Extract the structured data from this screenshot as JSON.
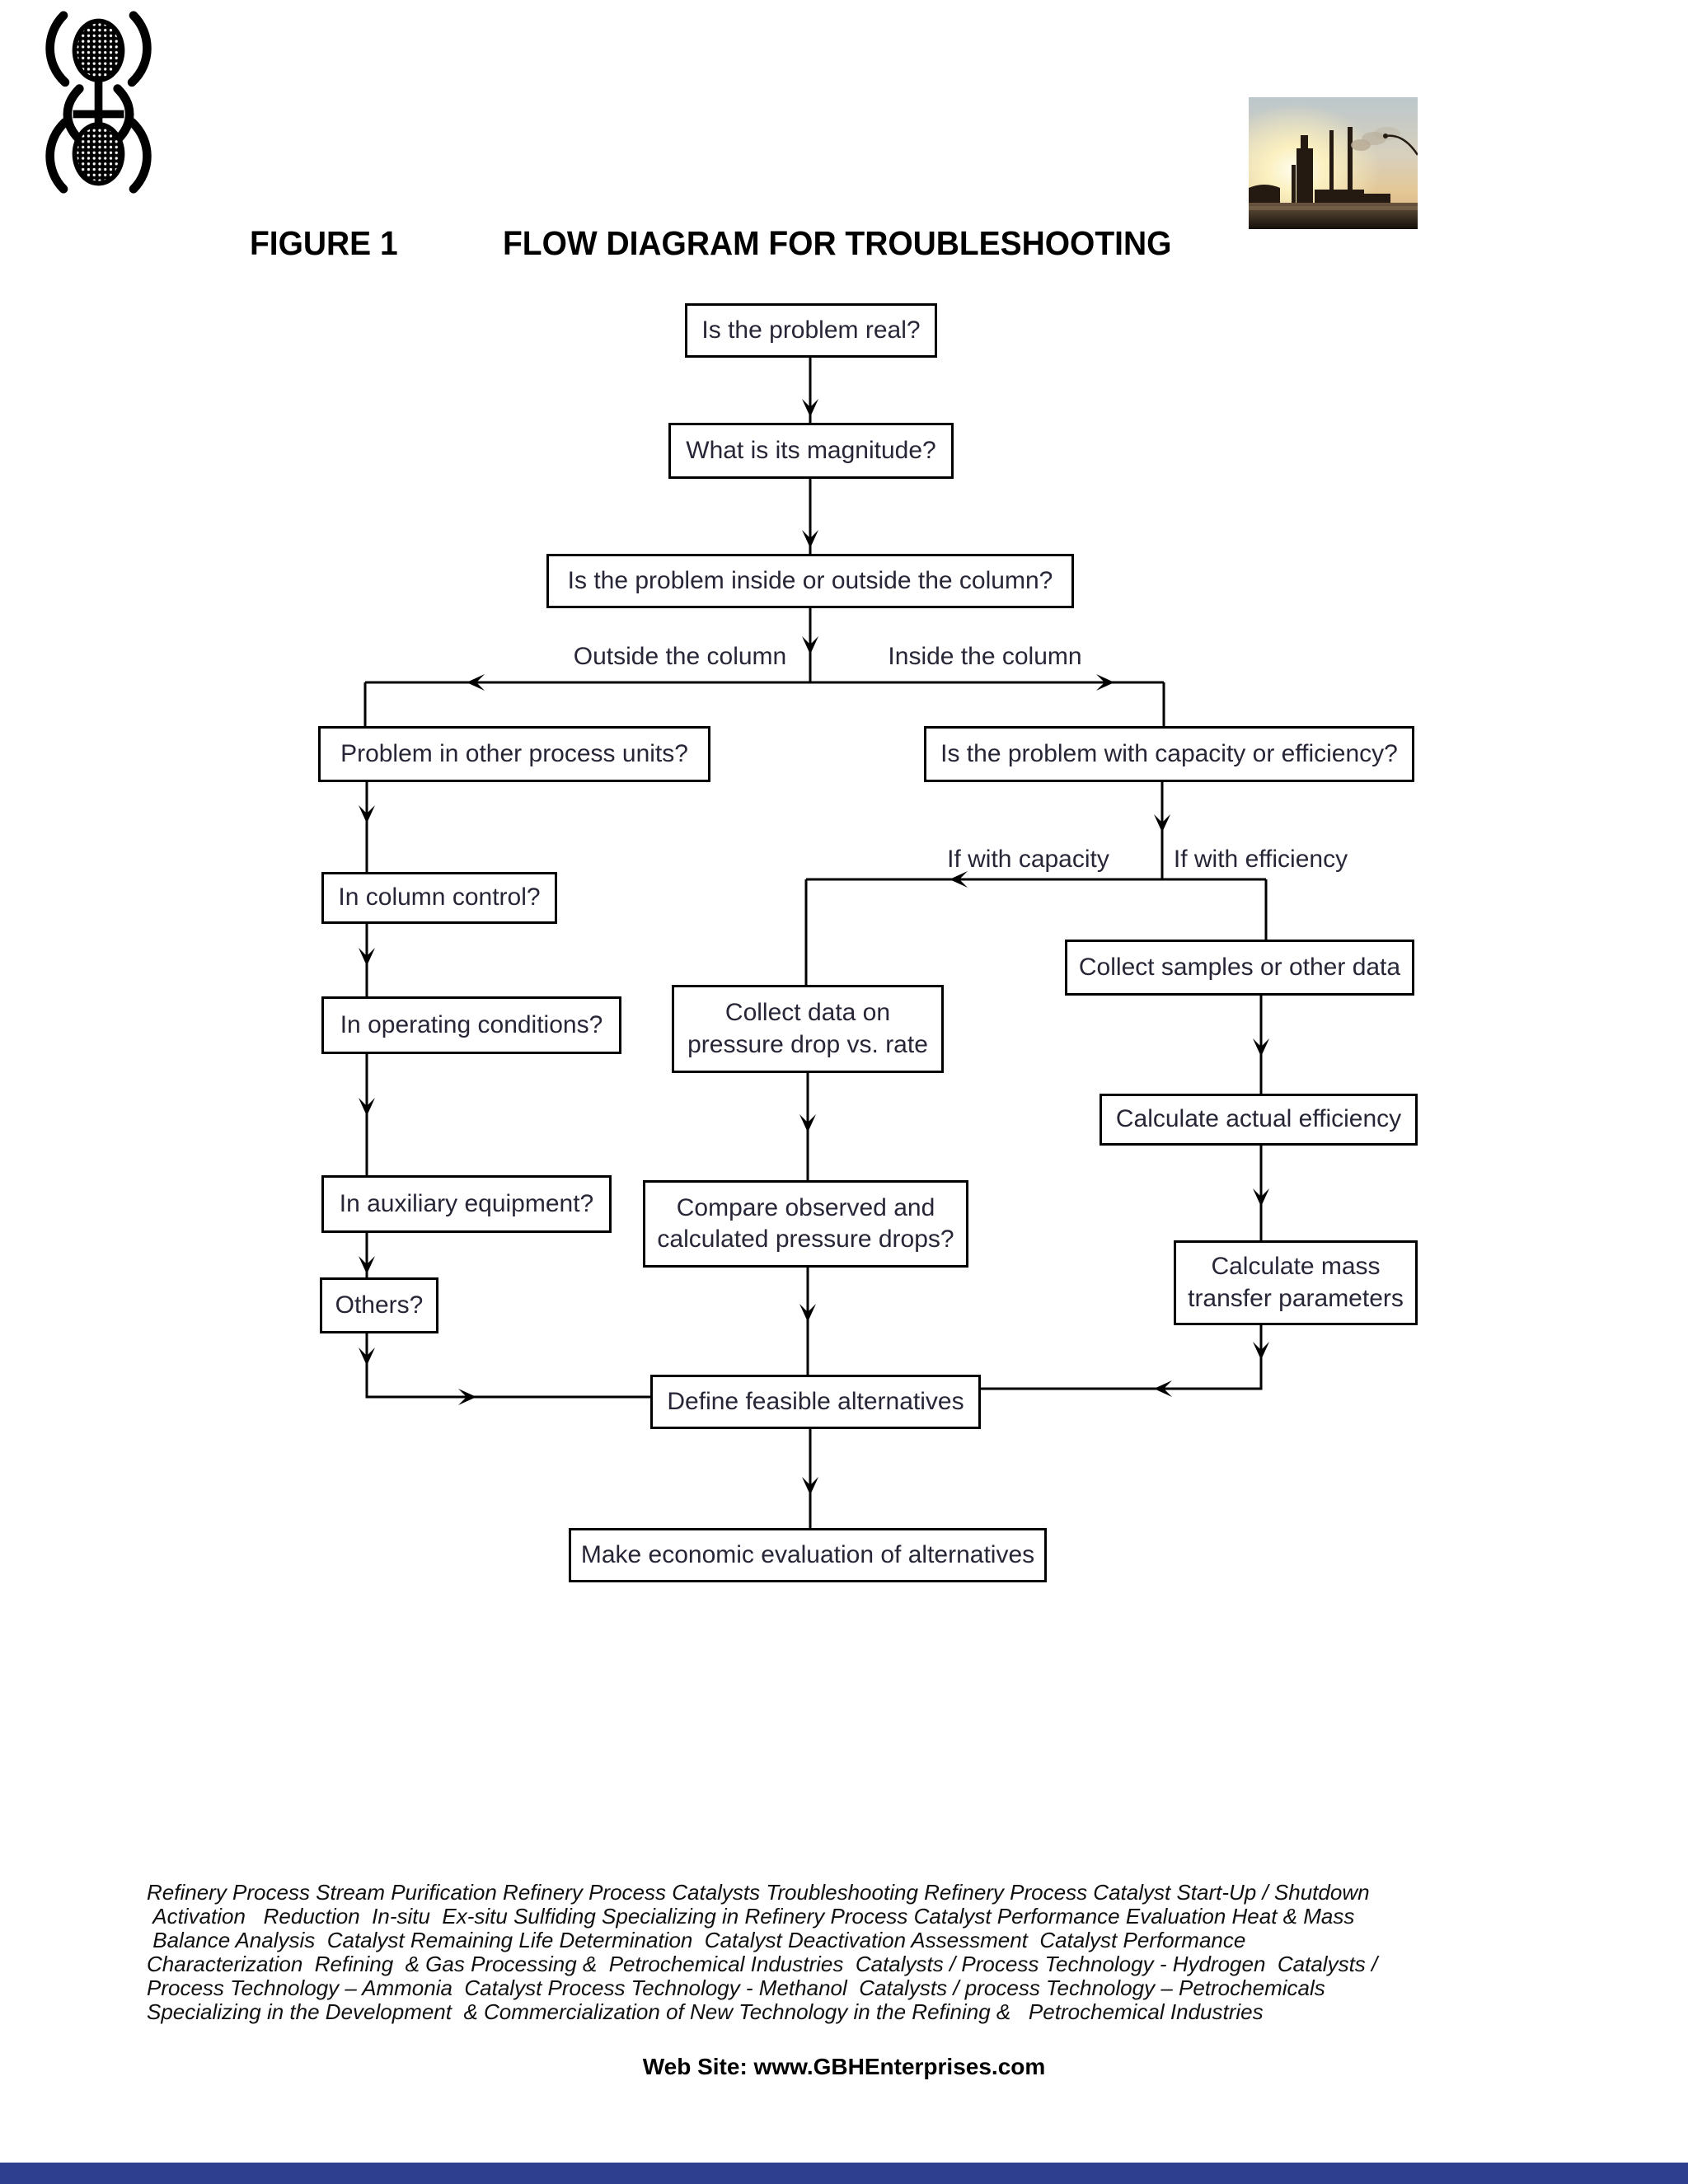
{
  "page": {
    "figure_label": "FIGURE 1",
    "title": "FLOW DIAGRAM FOR TROUBLESHOOTING"
  },
  "images": {
    "logo": "gbh-enterprises-logo",
    "photo": "refinery-sunset-photo"
  },
  "colors": {
    "bottom_bar": "#2f3f90",
    "box_border": "#000000",
    "box_text": "#262637"
  },
  "flowchart": {
    "nodes": {
      "problem_real": {
        "label": "Is the problem real?"
      },
      "magnitude": {
        "label": "What is its magnitude?"
      },
      "inside_outside": {
        "label": "Is the problem inside or outside the column?"
      },
      "other_units": {
        "label": "Problem in other process units?"
      },
      "capacity_efficiency": {
        "label": "Is the problem with capacity or efficiency?"
      },
      "column_control": {
        "label": "In column control?"
      },
      "operating_conditions": {
        "label": "In operating conditions?"
      },
      "auxiliary_equipment": {
        "label": "In auxiliary equipment?"
      },
      "others": {
        "label": "Others?"
      },
      "collect_data": {
        "label": "Collect data on\npressure drop vs. rate"
      },
      "compare_drops": {
        "label": "Compare observed and\ncalculated pressure drops?"
      },
      "collect_samples": {
        "label": "Collect samples or other data"
      },
      "actual_efficiency": {
        "label": "Calculate actual efficiency"
      },
      "mass_transfer": {
        "label": "Calculate mass\ntransfer parameters"
      },
      "define_alternatives": {
        "label": "Define feasible alternatives"
      },
      "economic_evaluation": {
        "label": "Make economic evaluation of alternatives"
      }
    },
    "edge_labels": {
      "outside": "Outside the column",
      "inside": "Inside the column",
      "capacity": "If with capacity",
      "efficiency": "If with efficiency"
    }
  },
  "footer": {
    "lines": [
      "Refinery Process Stream Purification Refinery Process Catalysts Troubleshooting Refinery Process Catalyst Start-Up / Shutdown",
      " Activation   Reduction  In-situ  Ex-situ Sulfiding Specializing in Refinery Process Catalyst Performance Evaluation Heat & Mass",
      " Balance Analysis  Catalyst Remaining Life Determination  Catalyst Deactivation Assessment  Catalyst Performance",
      "Characterization  Refining  & Gas Processing &  Petrochemical Industries  Catalysts / Process Technology - Hydrogen  Catalysts /",
      "Process Technology – Ammonia  Catalyst Process Technology - Methanol  Catalysts / process Technology – Petrochemicals",
      "Specializing in the Development  & Commercialization of New Technology in the Refining &   Petrochemical Industries"
    ],
    "website": "Web Site: www.GBHEnterprises.com"
  }
}
